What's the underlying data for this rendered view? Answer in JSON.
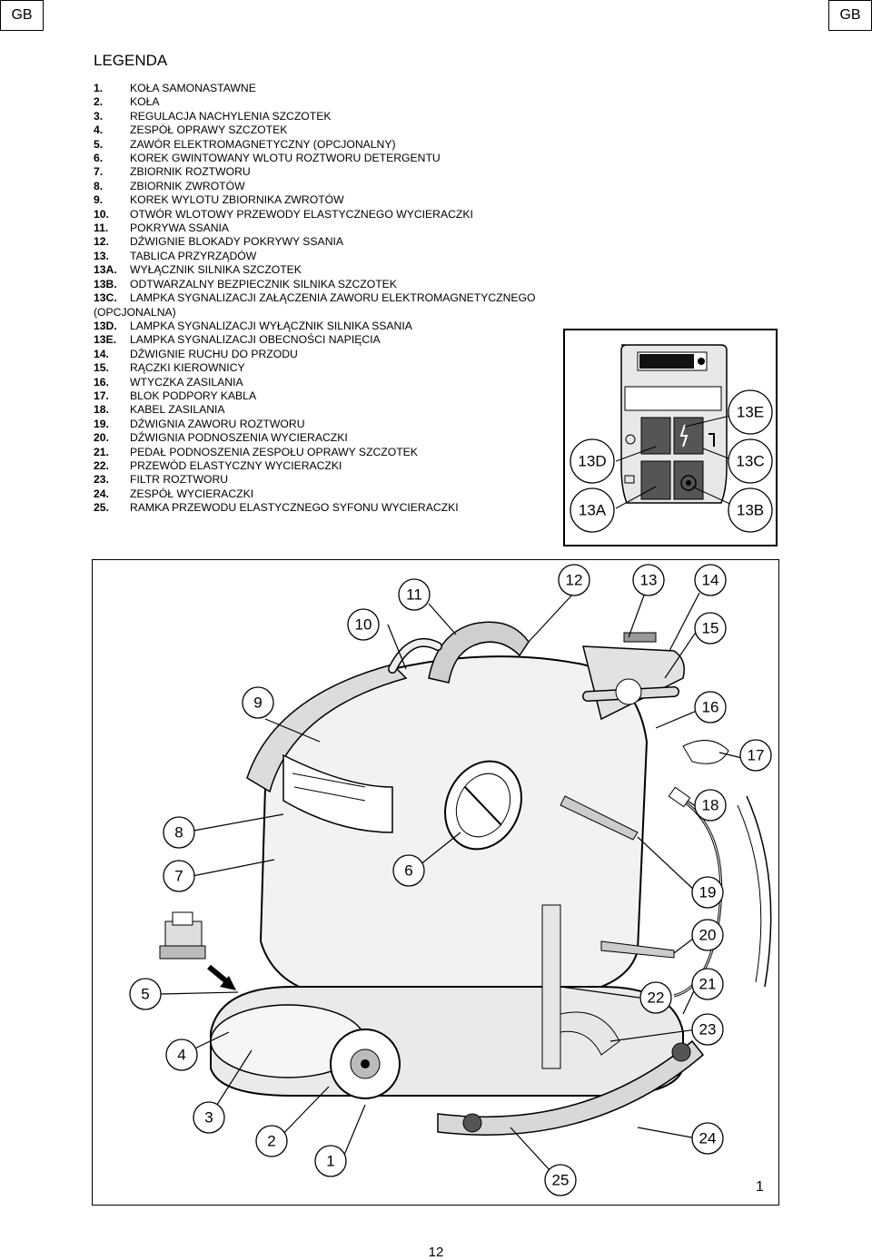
{
  "header": {
    "left_tag": "GB",
    "right_tag": "GB"
  },
  "legend": {
    "title": "LEGENDA",
    "items": [
      {
        "num": "1.",
        "text": "KOŁA SAMONASTAWNE"
      },
      {
        "num": "2.",
        "text": "KOŁA"
      },
      {
        "num": "3.",
        "text": "REGULACJA NACHYLENIA SZCZOTEK"
      },
      {
        "num": "4.",
        "text": "ZESPÓŁ OPRAWY SZCZOTEK"
      },
      {
        "num": "5.",
        "text": "ZAWÓR ELEKTROMAGNETYCZNY (OPCJONALNY)"
      },
      {
        "num": "6.",
        "text": "KOREK GWINTOWANY WLOTU ROZTWORU DETERGENTU"
      },
      {
        "num": "7.",
        "text": "ZBIORNIK ROZTWORU"
      },
      {
        "num": "8.",
        "text": "ZBIORNIK ZWROTÓW"
      },
      {
        "num": "9.",
        "text": "KOREK WYLOTU ZBIORNIKA ZWROTÓW"
      },
      {
        "num": "10.",
        "text": "OTWÓR WLOTOWY PRZEWODY ELASTYCZNEGO WYCIERACZKI"
      },
      {
        "num": "11.",
        "text": "POKRYWA SSANIA"
      },
      {
        "num": "12.",
        "text": "DŹWIGNIE BLOKADY POKRYWY SSANIA"
      },
      {
        "num": "13.",
        "text": "TABLICA PRZYRZĄDÓW"
      },
      {
        "num": "13A.",
        "text": "WYŁĄCZNIK SILNIKA SZCZOTEK"
      },
      {
        "num": "13B.",
        "text": "ODTWARZALNY BEZPIECZNIK SILNIKA SZCZOTEK"
      },
      {
        "num": "13C.",
        "text": "LAMPKA SYGNALIZACJI ZAŁĄCZENIA ZAWORU ELEKTROMAGNETYCZNEGO (OPCJONALNA)"
      },
      {
        "num": "13D.",
        "text": "LAMPKA SYGNALIZACJI WYŁĄCZNIK SILNIKA SSANIA"
      },
      {
        "num": "13E.",
        "text": "LAMPKA SYGNALIZACJI OBECNOŚCI NAPIĘCIA"
      },
      {
        "num": "14.",
        "text": "DŹWIGNIE RUCHU DO PRZODU"
      },
      {
        "num": "15.",
        "text": "RĄCZKI KIEROWNICY"
      },
      {
        "num": "16.",
        "text": "WTYCZKA ZASILANIA"
      },
      {
        "num": "17.",
        "text": "BLOK PODPORY KABLA"
      },
      {
        "num": "18.",
        "text": "KABEL ZASILANIA"
      },
      {
        "num": "19.",
        "text": "DŹWIGNIA ZAWORU ROZTWORU"
      },
      {
        "num": "20.",
        "text": "DŹWIGNIA PODNOSZENIA WYCIERACZKI"
      },
      {
        "num": "21.",
        "text": "PEDAŁ PODNOSZENIA ZESPOŁU OPRAWY SZCZOTEK"
      },
      {
        "num": "22.",
        "text": "PRZEWÓD ELASTYCZNY WYCIERACZKI"
      },
      {
        "num": "23.",
        "text": "FILTR ROZTWORU"
      },
      {
        "num": "24.",
        "text": "ZESPÓŁ WYCIERACZKI"
      },
      {
        "num": "25.",
        "text": "RAMKA PRZEWODU ELASTYCZNEGO SYFONU WYCIERACZKI"
      }
    ]
  },
  "panel_callouts": [
    "13E",
    "13D",
    "13C",
    "13A",
    "13B"
  ],
  "figure_callouts": [
    "1",
    "2",
    "3",
    "4",
    "5",
    "6",
    "7",
    "8",
    "9",
    "10",
    "11",
    "12",
    "13",
    "14",
    "15",
    "16",
    "17",
    "18",
    "19",
    "20",
    "21",
    "22",
    "23",
    "24",
    "25"
  ],
  "figure_number": "1",
  "page_number": "12"
}
